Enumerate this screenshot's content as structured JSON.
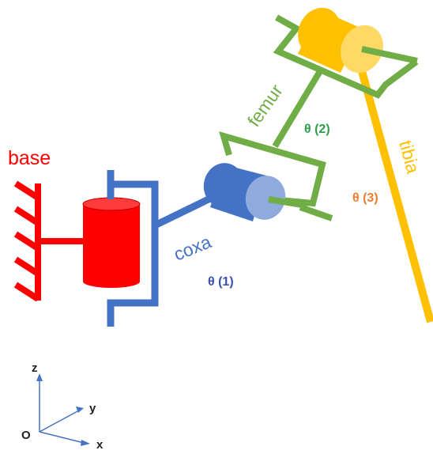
{
  "labels": {
    "base": "base",
    "coxa": "coxa",
    "femur": "femur",
    "tibia": "tibia",
    "theta1": "θ (1)",
    "theta2": "θ (2)",
    "theta3": "θ (3)"
  },
  "axes": {
    "z": "z",
    "y": "y",
    "x": "x",
    "origin": "O"
  },
  "colors": {
    "base": "#ff0000",
    "coxa": "#4472c4",
    "femur": "#70ad47",
    "tibia": "#ffc000",
    "theta1": "#3a4fb0",
    "theta2": "#2e9e4a",
    "theta3": "#ed7d31",
    "axis": "#4472c4",
    "axis_label": "#222222"
  }
}
